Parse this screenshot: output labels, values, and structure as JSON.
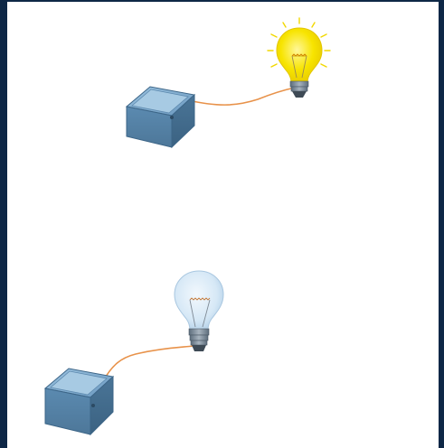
{
  "scene": {
    "circuits": [
      {
        "id": "circuit-on",
        "bulb_state": "on",
        "bulb_color": "#f7e400",
        "wire_color": "#e8924a",
        "box_color": "#5f8db3"
      },
      {
        "id": "circuit-off",
        "bulb_state": "off",
        "bulb_color": "#dcecf8",
        "wire_color": "#e8924a",
        "box_color": "#5f8db3"
      }
    ],
    "frame_color": "#0e2746"
  }
}
